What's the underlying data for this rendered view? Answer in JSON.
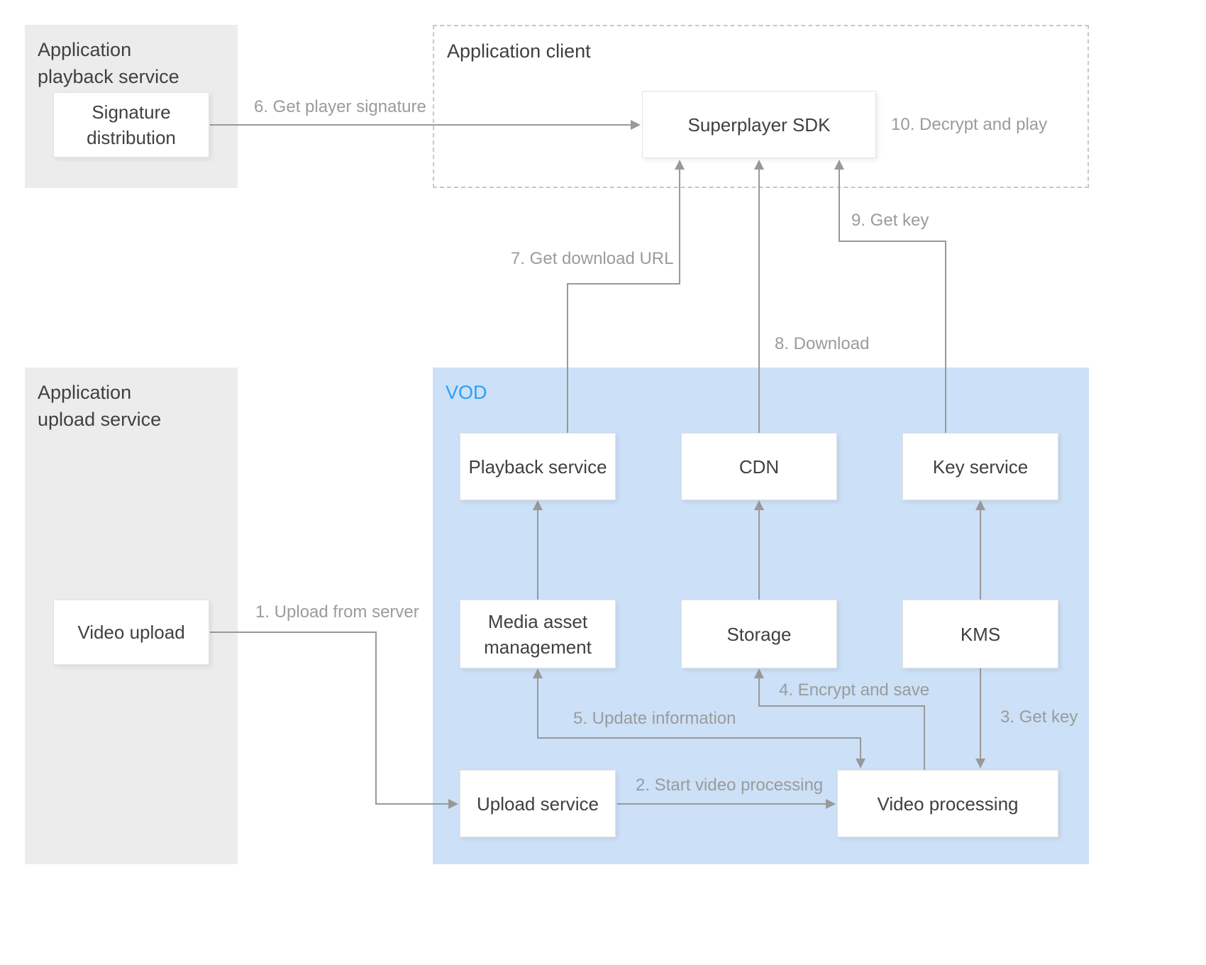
{
  "groups": {
    "playback": {
      "label": "Application\nplayback service"
    },
    "client": {
      "label": "Application client"
    },
    "upload": {
      "label": "Application\nupload service"
    },
    "vod": {
      "label": "VOD"
    }
  },
  "nodes": {
    "signature": {
      "label": "Signature distribution"
    },
    "sdk": {
      "label": "Superplayer SDK"
    },
    "video_upload": {
      "label": "Video upload"
    },
    "playback_service": {
      "label": "Playback service"
    },
    "cdn": {
      "label": "CDN"
    },
    "key_service": {
      "label": "Key service"
    },
    "media_asset": {
      "label": "Media asset management"
    },
    "storage": {
      "label": "Storage"
    },
    "kms": {
      "label": "KMS"
    },
    "upload_service": {
      "label": "Upload service"
    },
    "video_processing": {
      "label": "Video processing"
    }
  },
  "edges": {
    "e1": {
      "label": "1. Upload from server"
    },
    "e2": {
      "label": "2. Start video processing"
    },
    "e3": {
      "label": "3. Get key"
    },
    "e4": {
      "label": "4. Encrypt and save"
    },
    "e5": {
      "label": "5. Update information"
    },
    "e6": {
      "label": "6. Get player signature"
    },
    "e7": {
      "label": "7. Get download URL"
    },
    "e8": {
      "label": "8. Download"
    },
    "e9": {
      "label": "9. Get key"
    },
    "e10": {
      "label": "10. Decrypt and play"
    }
  },
  "colors": {
    "vod_bg": "#cce0f7",
    "vod_label": "#2aa0f6",
    "group_bg": "#ececec",
    "arrow": "#999999",
    "node_border": "#e3e3e3",
    "node_text": "#404040",
    "edge_text": "#9b9b9b"
  }
}
